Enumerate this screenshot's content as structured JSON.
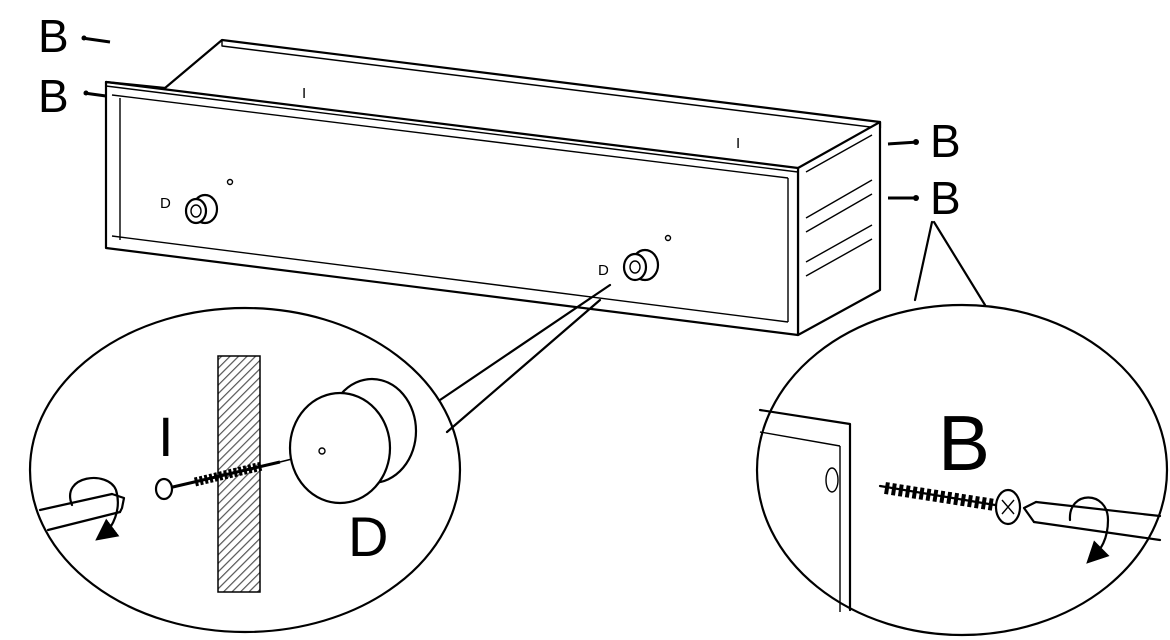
{
  "labels": {
    "b_top_left_1": "B",
    "b_top_left_2": "B",
    "b_right_1": "B",
    "b_right_2": "B",
    "i_drawer_left": "I",
    "i_drawer_right": "I",
    "d_knob_left": "D",
    "d_knob_right": "D",
    "detail_left_screw": "I",
    "detail_left_knob": "D",
    "detail_right_screw": "B"
  },
  "colors": {
    "ink": "#000000",
    "paper": "#ffffff",
    "hatch": "#555555"
  },
  "icons": [
    "screwdriver-icon",
    "rotation-arrow-icon",
    "screw-icon",
    "knob-icon"
  ]
}
